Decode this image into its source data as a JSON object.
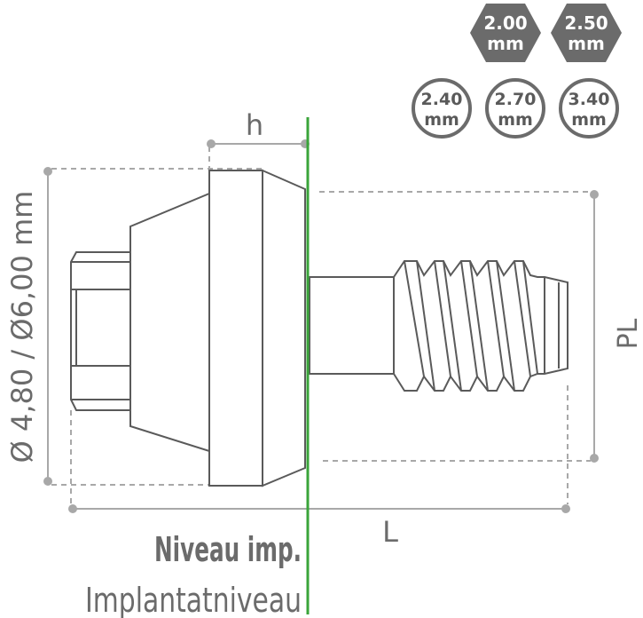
{
  "badges": {
    "hex": [
      {
        "value": "2.00",
        "unit": "mm"
      },
      {
        "value": "2.50",
        "unit": "mm"
      }
    ],
    "round": [
      {
        "value": "2.40",
        "unit": "mm"
      },
      {
        "value": "2.70",
        "unit": "mm"
      },
      {
        "value": "3.40",
        "unit": "mm"
      }
    ]
  },
  "dimensions": {
    "height": "h",
    "diameter": "Ø 4,80 / Ø6,00 mm",
    "post_length": "PL",
    "length": "L"
  },
  "labels": {
    "implant_level_bold": "Niveau imp.",
    "implant_level": "Implantatniveau"
  },
  "colors": {
    "outline": "#5a5a5a",
    "dimension": "#a8a8a8",
    "implant_line": "#3aa43a",
    "badge_hex_fill": "#6b6b6b",
    "badge_text": "#ffffff",
    "badge_round_stroke": "#6b6b6b",
    "badge_round_text": "#5a5a5a"
  }
}
